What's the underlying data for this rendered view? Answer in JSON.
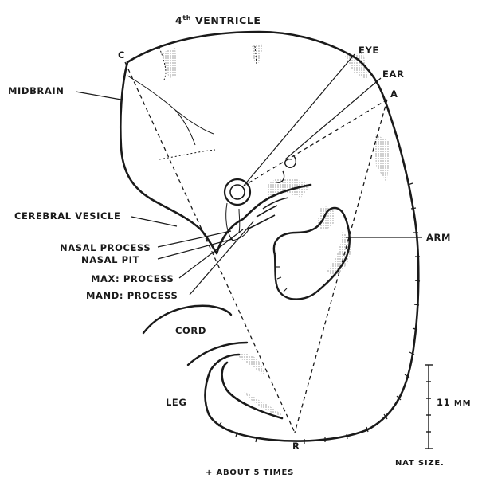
{
  "labels": {
    "ventricle_prefix": "4",
    "ventricle_sup": "th",
    "ventricle_rest": " VENTRICLE",
    "eye": "EYE",
    "ear": "EAR",
    "point_a": "A",
    "point_c": "C",
    "point_r": "R",
    "midbrain": "MIDBRAIN",
    "cerebral_vesicle": "CEREBRAL VESICLE",
    "nasal_process": "NASAL PROCESS",
    "nasal_pit": "NASAL PIT",
    "max_process": "MAX: PROCESS",
    "mand_process": "MAND: PROCESS",
    "arm": "ARM",
    "cord": "CORD",
    "leg": "LEG",
    "scale_value": "11",
    "scale_unit": "MM",
    "nat_size": "NAT SIZE.",
    "magnification": "+ ABOUT 5 TIMES"
  },
  "colors": {
    "ink": "#1a1a1a",
    "paper": "#ffffff"
  }
}
